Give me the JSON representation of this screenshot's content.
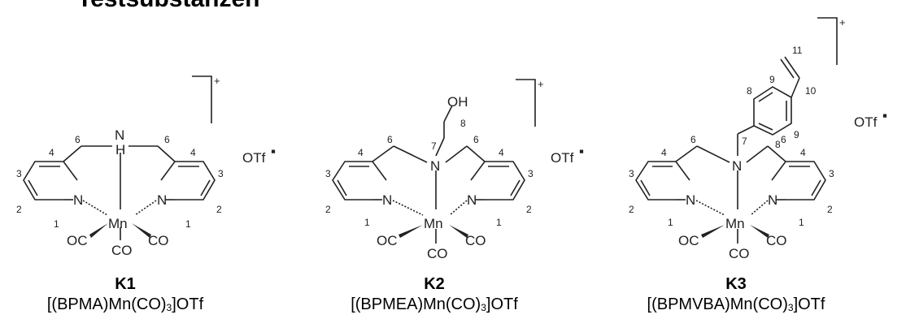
{
  "heading": "Testsubstanzen",
  "charge": "+",
  "counterion": "OTf",
  "atoms": {
    "nitrogen": "N",
    "hydrogen": "H",
    "manganese": "Mn",
    "carbonyl": "CO",
    "carbonyl_left": "OC",
    "hydroxyl": "OH"
  },
  "compounds": [
    {
      "code": "K1",
      "formula": {
        "a": "[(BPMA)Mn(CO)",
        "sub": "3",
        "b": "]OTf"
      },
      "position_labels": [
        "1",
        "2",
        "3",
        "4",
        "6",
        "6",
        "4",
        "3",
        "2",
        "1"
      ]
    },
    {
      "code": "K2",
      "formula": {
        "a": "[(BPMEA)Mn(CO)",
        "sub": "3",
        "b": "]OTf"
      },
      "position_labels": [
        "1",
        "2",
        "3",
        "4",
        "6",
        "7",
        "8",
        "6",
        "4",
        "3",
        "2",
        "1"
      ]
    },
    {
      "code": "K3",
      "formula": {
        "a": "[(BPMVBA)Mn(CO)",
        "sub": "3",
        "b": "]OTf"
      },
      "position_labels": [
        "1",
        "2",
        "3",
        "4",
        "6",
        "7",
        "8",
        "8",
        "9",
        "9",
        "10",
        "11",
        "6",
        "4",
        "3",
        "2",
        "1"
      ]
    }
  ]
}
